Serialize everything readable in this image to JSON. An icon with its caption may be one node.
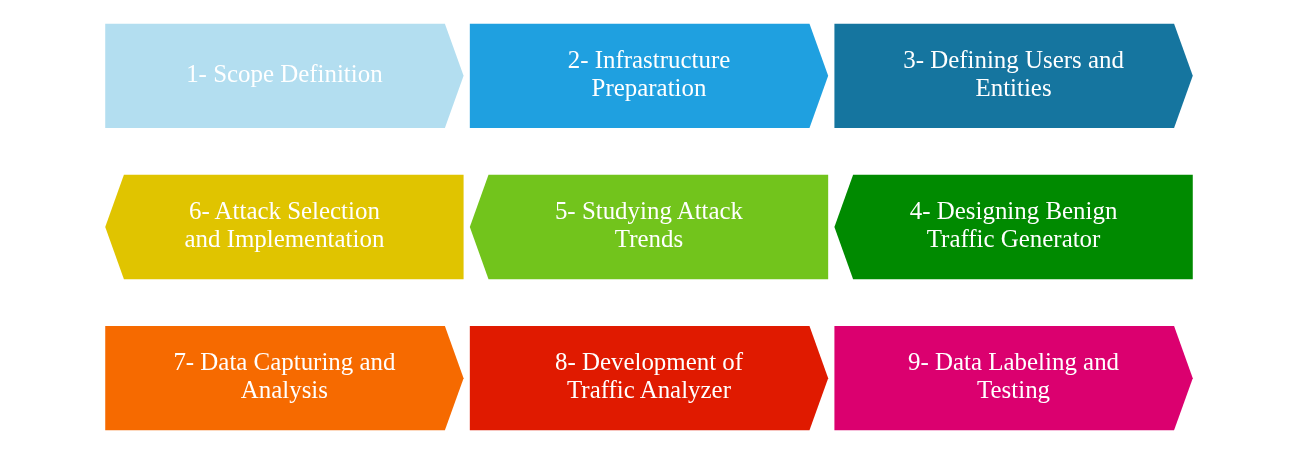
{
  "diagram": {
    "nodes": [
      {
        "text": [
          "1- Scope Definition"
        ]
      },
      {
        "text": [
          "2- Infrastructure Preparation"
        ]
      },
      {
        "text": [
          "3- Defining Users and Entities"
        ]
      },
      {
        "text": [
          "4- Designing Benign Traffic Generator"
        ]
      },
      {
        "text": [
          "5- Studying Attack Trends"
        ]
      },
      {
        "text": [
          "6- Attack Selection and Implementation"
        ]
      },
      {
        "text": [
          "7- Data Capturing and Analysis"
        ]
      },
      {
        "text": [
          "8- Development of Traffic Analyzer"
        ]
      },
      {
        "text": [
          "9- Data Labeling and Testing"
        ]
      }
    ]
  }
}
